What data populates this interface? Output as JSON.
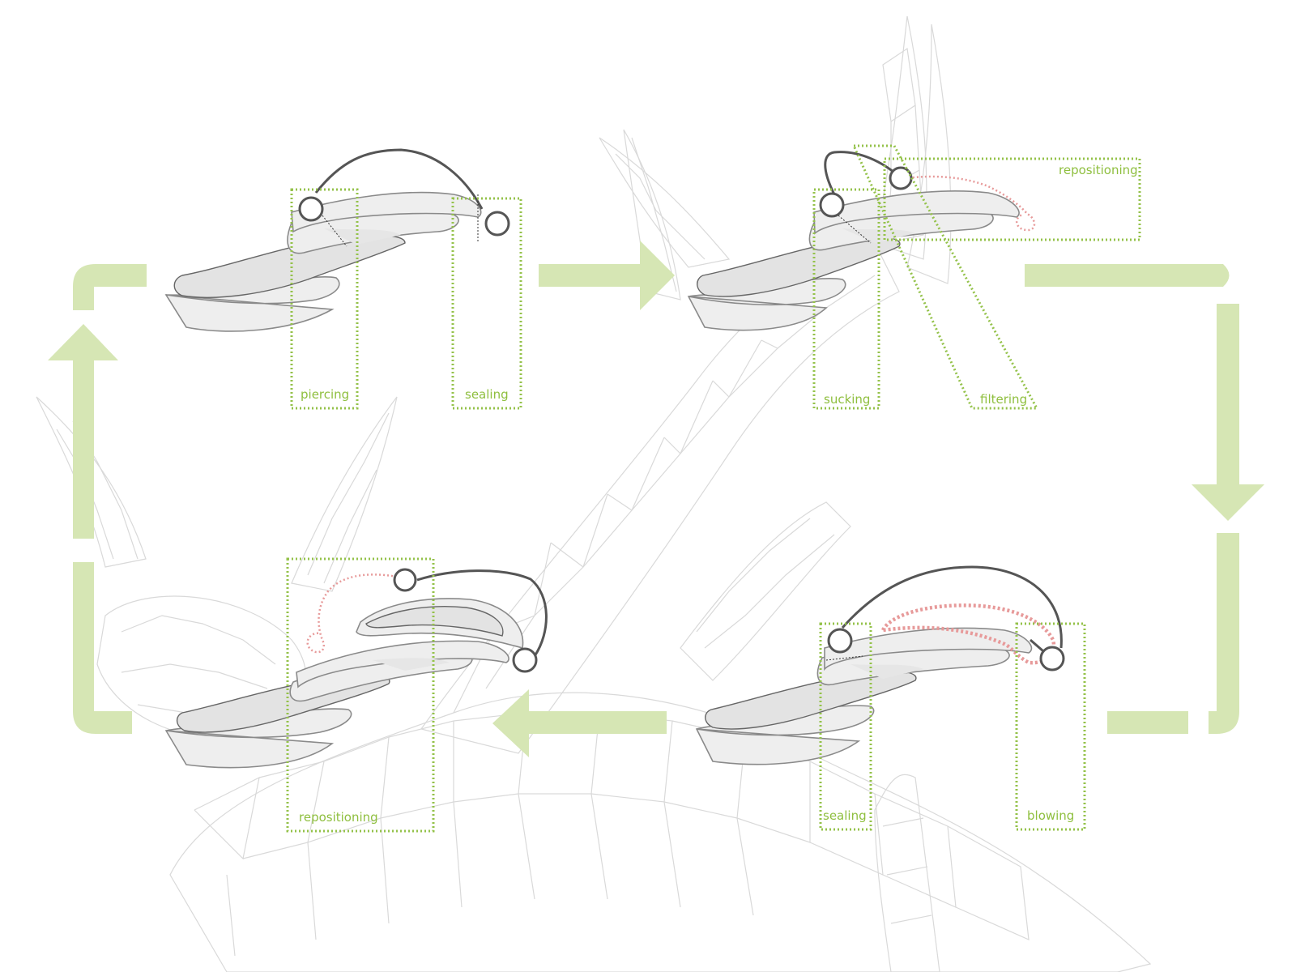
{
  "labels": {
    "piercing": "piercing",
    "sealing_top": "sealing",
    "sucking": "sucking",
    "filtering": "filtering",
    "repositioning_top": "repositioning",
    "repositioning_bottom": "repositioning",
    "sealing_bottom": "sealing",
    "blowing": "blowing"
  },
  "colors": {
    "label_green": "#8fbf3f",
    "box_green": "#94c24a",
    "flow_arrow": "#d6e6b4",
    "actuator_arc": "#555555",
    "air_path_pink": "#e79a9a",
    "background_mesh": "#d9d9d9"
  }
}
